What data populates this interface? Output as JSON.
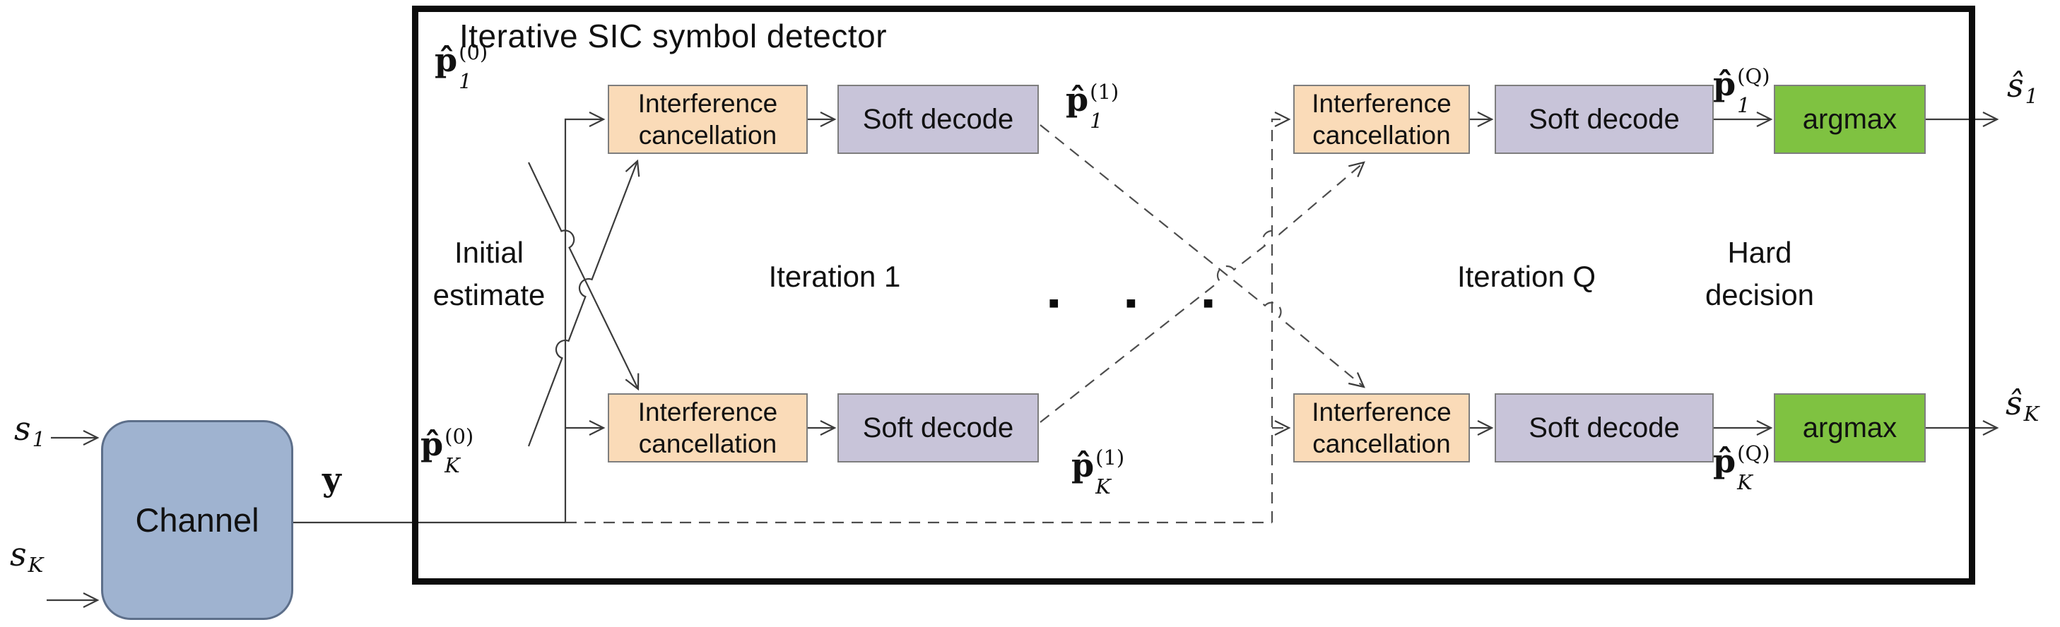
{
  "detector_title": "Iterative SIC symbol detector",
  "channel": {
    "label": "Channel"
  },
  "labels": {
    "initial_estimate_line1": "Initial",
    "initial_estimate_line2": "estimate",
    "iteration1": "Iteration 1",
    "iterationQ": "Iteration Q",
    "hard_decision_line1": "Hard",
    "hard_decision_line2": "decision",
    "ellipsis": "■ ■ ■",
    "y": "y"
  },
  "blocks": {
    "interference_line1": "Interference",
    "interference_line2": "cancellation",
    "soft_decode": "Soft decode",
    "argmax": "argmax"
  },
  "signals": {
    "s1": {
      "base": "s",
      "sub": "1"
    },
    "sK": {
      "base": "s",
      "sub": "K"
    },
    "p1_0": {
      "base": "p̂",
      "sub": "1",
      "sup": "(0)"
    },
    "pK_0": {
      "base": "p̂",
      "sub": "K",
      "sup": "(0)"
    },
    "p1_1": {
      "base": "p̂",
      "sub": "1",
      "sup": "(1)"
    },
    "pK_1": {
      "base": "p̂",
      "sub": "K",
      "sup": "(1)"
    },
    "p1_Q": {
      "base": "p̂",
      "sub": "1",
      "sup": "(Q)"
    },
    "pK_Q": {
      "base": "p̂",
      "sub": "K",
      "sup": "(Q)"
    },
    "s1_hat": {
      "base": "ŝ",
      "sub": "1"
    },
    "sK_hat": {
      "base": "ŝ",
      "sub": "K"
    }
  },
  "colors": {
    "interference_fill": "#FADBB8",
    "soft_decode_fill": "#C8C4D9",
    "argmax_fill": "#7FC241",
    "channel_fill": "#9FB3D0",
    "box_border": "#7E7E7E",
    "frame_border": "#0C0C0C",
    "line": "#3B3B3B"
  }
}
